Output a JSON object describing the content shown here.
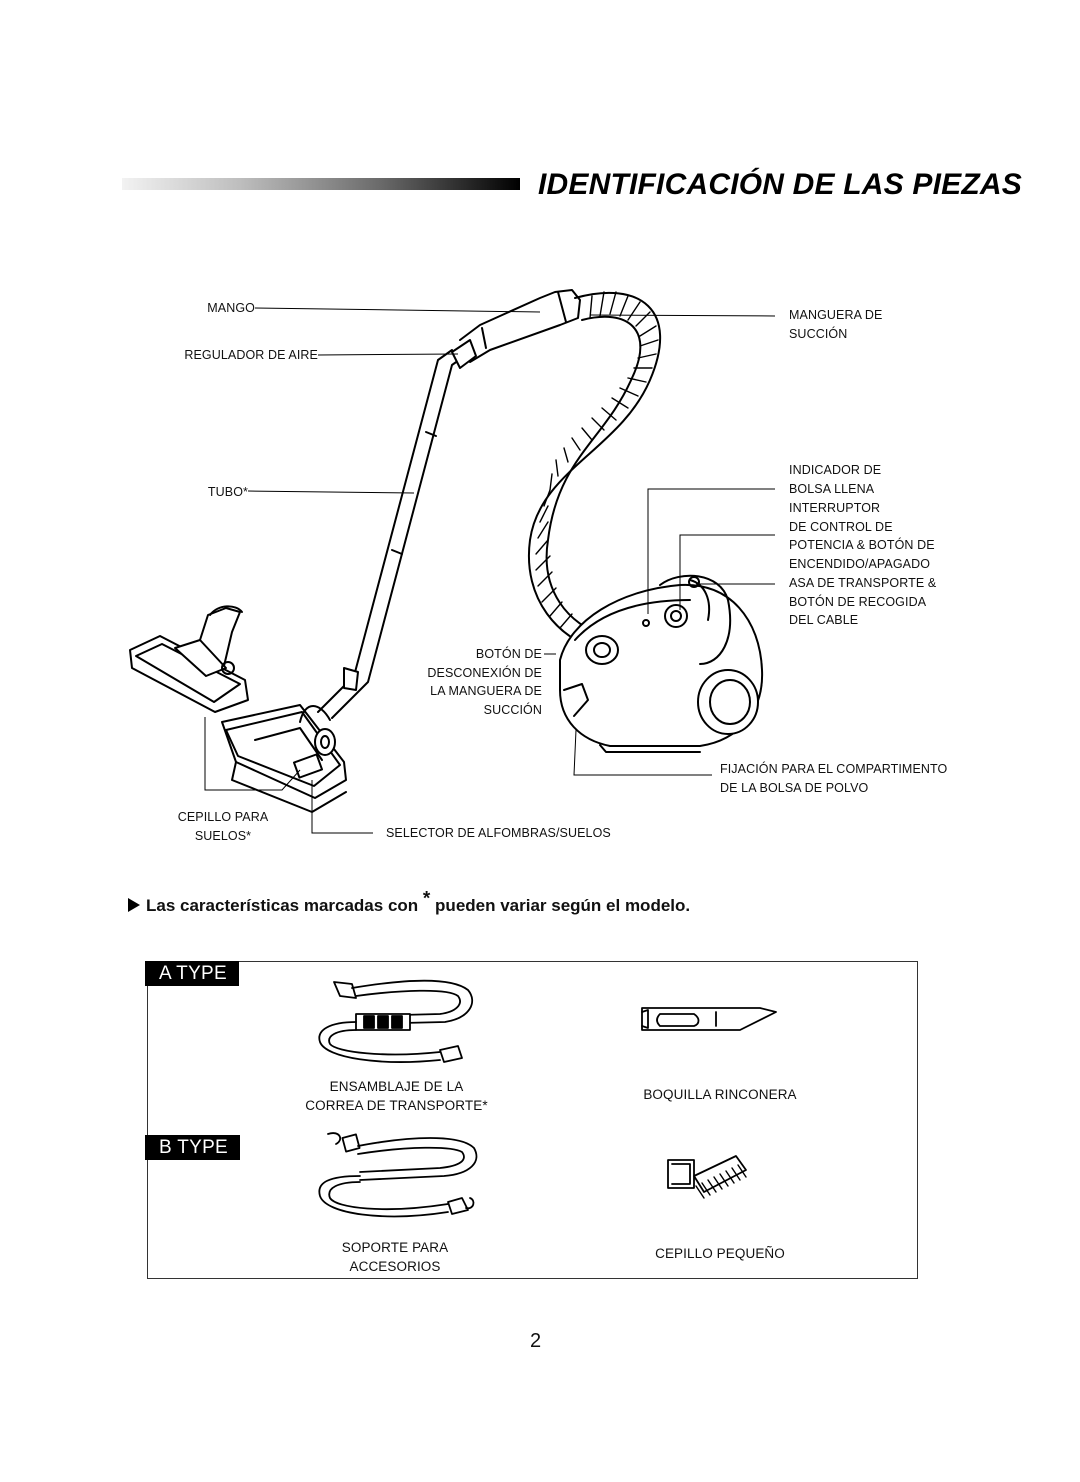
{
  "header": {
    "title": "IDENTIFICACIÓN DE LAS PIEZAS"
  },
  "diagram": {
    "labels": {
      "mango": "MANGO",
      "regulador": "REGULADOR DE AIRE",
      "tubo": "TUBO*",
      "cepillo_suelos": "CEPILLO PARA\nSUELOS*",
      "boton_desconexion": "BOTÓN DE\nDESCONEXIÓN DE\nLA MANGUERA DE\nSUCCIÓN",
      "selector": "SELECTOR DE ALFOMBRAS/SUELOS",
      "manguera": "MANGUERA DE\nSUCCIÓN",
      "indicador": "INDICADOR DE\nBOLSA LLENA",
      "interruptor": "INTERRUPTOR\nDE CONTROL DE\nPOTENCIA & BOTÓN DE\nENCENDIDO/APAGADO",
      "asa": "ASA DE TRANSPORTE &\nBOTÓN DE RECOGIDA\nDEL CABLE",
      "fijacion": "FIJACIÓN PARA EL COMPARTIMENTO\nDE LA BOLSA DE POLVO"
    }
  },
  "note": {
    "prefix": "Las características marcadas con",
    "asterisk": "*",
    "suffix": "pueden variar según el modelo."
  },
  "accessories": {
    "a_type": {
      "tag": "A TYPE",
      "strap_label": "ENSAMBLAJE DE LA\nCORREA DE TRANSPORTE*",
      "nozzle_label": "BOQUILLA RINCONERA"
    },
    "b_type": {
      "tag": "B TYPE",
      "holder_label": "SOPORTE PARA\nACCESORIOS",
      "brush_label": "CEPILLO PEQUEÑO"
    }
  },
  "footer": {
    "page_number": "2"
  }
}
